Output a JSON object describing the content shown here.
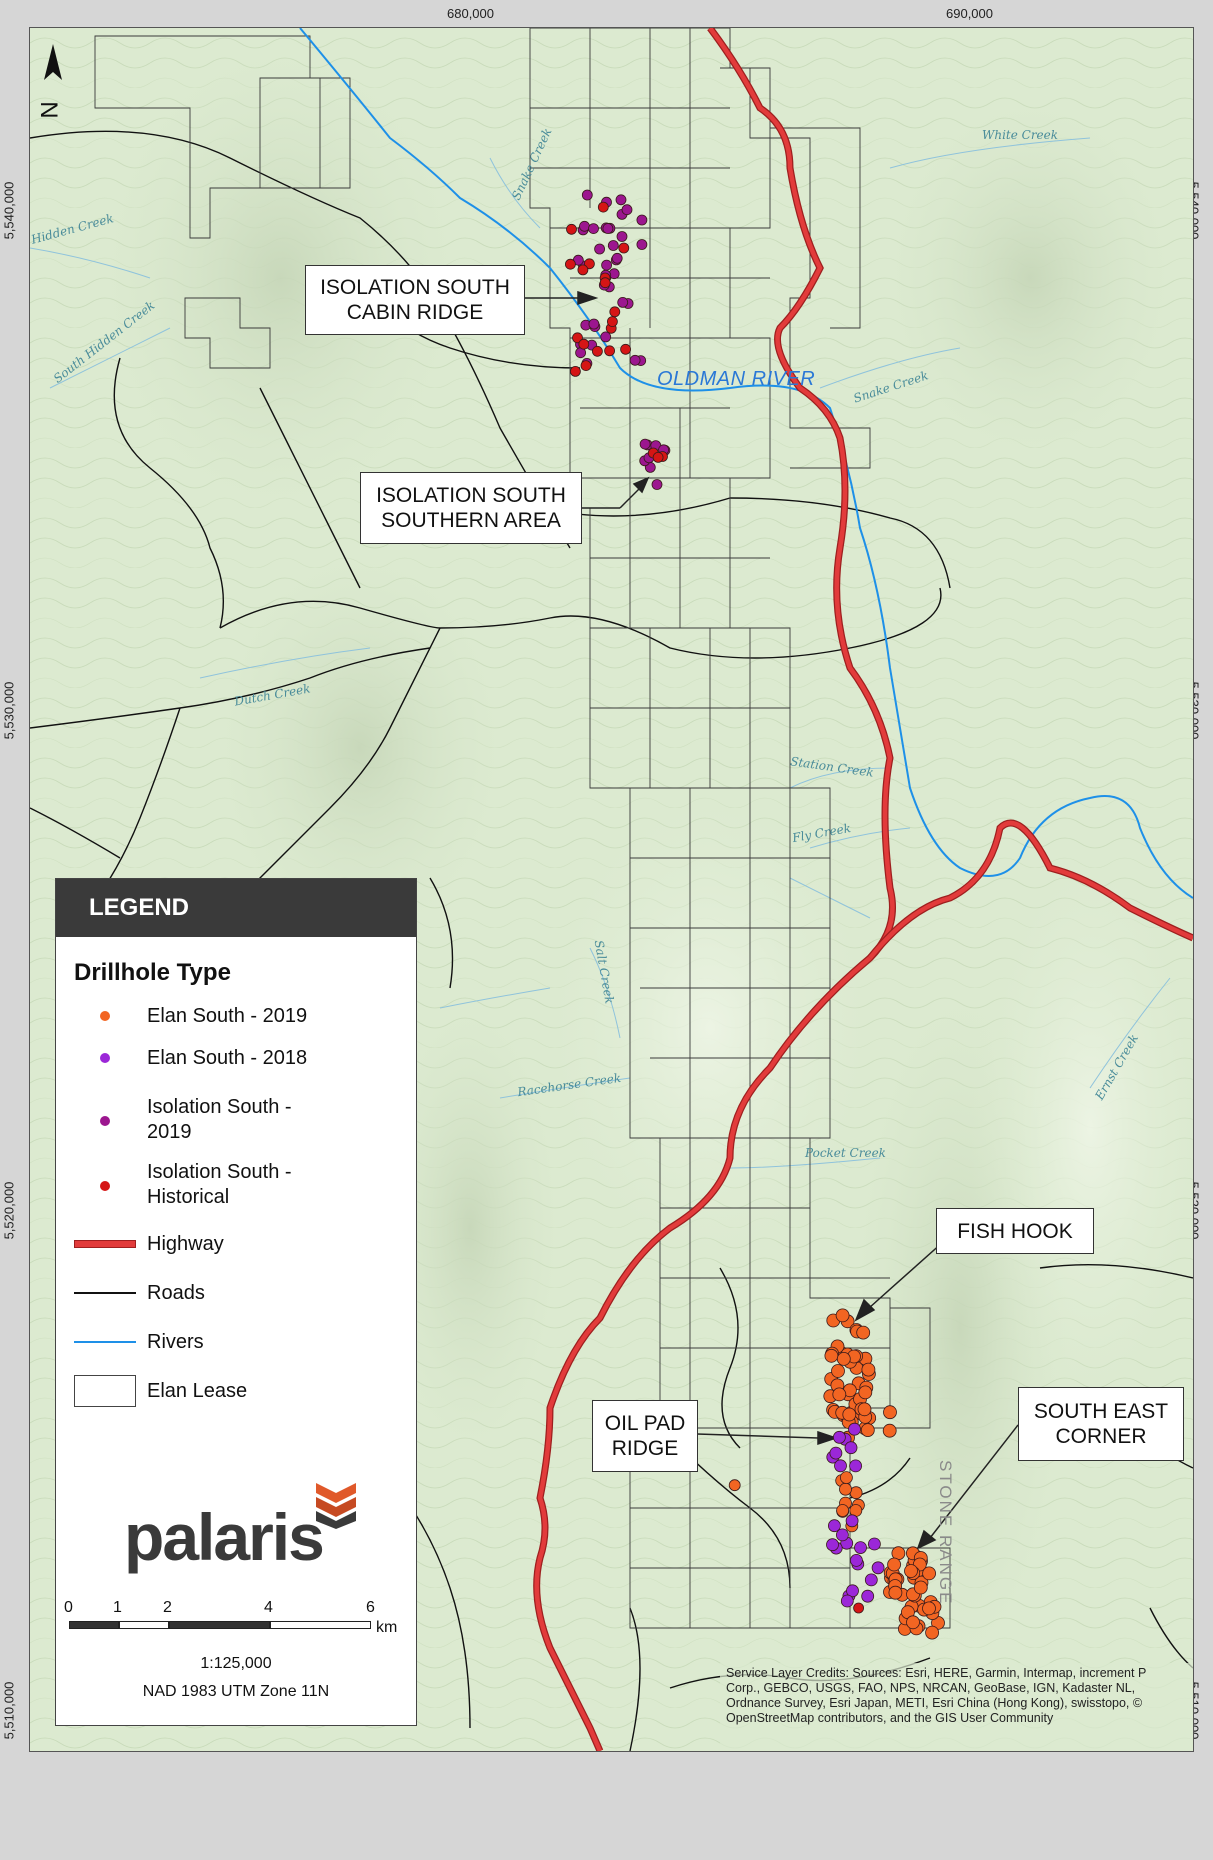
{
  "grid_labels": {
    "top": [
      "680,000",
      "690,000"
    ],
    "left": [
      "5,540,000",
      "5,530,000",
      "5,520,000",
      "5,510,000"
    ],
    "right": [
      "5,540,000",
      "5,530,000",
      "5,520,000",
      "5,510,000"
    ]
  },
  "north_label": "N",
  "callouts": {
    "cabin_ridge": "ISOLATION SOUTH\nCABIN RIDGE",
    "southern_area": "ISOLATION SOUTH\nSOUTHERN AREA",
    "fish_hook": "FISH HOOK",
    "oil_pad_ridge": "OIL PAD\nRIDGE",
    "south_east_corner": "SOUTH EAST\nCORNER"
  },
  "river_label": "OLDMAN RIVER",
  "feature_labels": {
    "white_creek": "White Creek",
    "snake_creek_n": "Snake Creek",
    "snake_creek_e": "Snake Creek",
    "hidden_creek": "Hidden Creek",
    "south_hidden_creek": "South Hidden Creek",
    "dutch_creek": "Dutch Creek",
    "station_creek": "Station Creek",
    "fly_creek": "Fly Creek",
    "salt_creek": "Salt Creek",
    "racehorse_creek": "Racehorse Creek",
    "ernst_creek": "Ernst Creek",
    "pocket_creek": "Pocket Creek"
  },
  "range_label": "STONE RANGE",
  "legend": {
    "header": "LEGEND",
    "subtitle": "Drillhole Type",
    "items": [
      {
        "label": "Elan South - 2019",
        "color": "#f26522"
      },
      {
        "label": "Elan South - 2018",
        "color": "#9b27d8"
      },
      {
        "label": "Isolation South - 2019",
        "color": "#9c168f"
      },
      {
        "label": "Isolation South - Historical",
        "color": "#d51515"
      },
      {
        "label": "Highway",
        "color": "#e23b3b"
      },
      {
        "label": "Roads",
        "color": "#111111"
      },
      {
        "label": "Rivers",
        "color": "#1e90e8"
      },
      {
        "label": "Elan Lease",
        "color": "#ffffff"
      }
    ],
    "logo_text": "palaris",
    "scale_ticks": [
      "0",
      "1",
      "2",
      "4",
      "6"
    ],
    "scale_unit": "km",
    "scale_ratio": "1:125,000",
    "projection": "NAD 1983 UTM Zone 11N"
  },
  "credits": "Service Layer Credits: Sources: Esri, HERE, Garmin, Intermap, increment P Corp., GEBCO, USGS, FAO, NPS, NRCAN, GeoBase, IGN, Kadaster NL, Ordnance Survey, Esri Japan, METI, Esri China (Hong Kong), swisstopo, © OpenStreetMap contributors, and the GIS User Community",
  "colors": {
    "terrain": "#dcead0",
    "elan_2019": "#f26522",
    "elan_2018": "#9b27d8",
    "isolation_2019": "#9c168f",
    "isolation_historical": "#d51515",
    "highway": "#e23b3b",
    "river": "#1e90e8",
    "road": "#111111"
  }
}
